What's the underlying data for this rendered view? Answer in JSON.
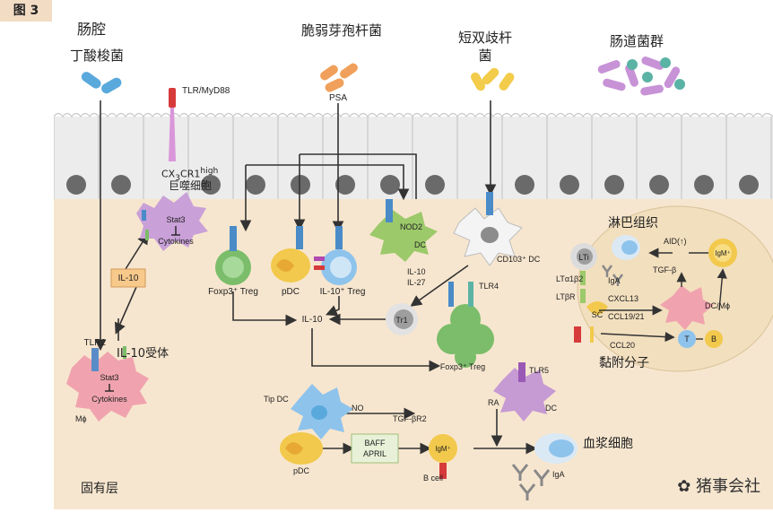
{
  "figure_tag": "图 3",
  "regions": {
    "lumen": "肠腔",
    "lamina_propria": "固有层"
  },
  "microbes": {
    "butyrate_bacteria": "丁酸梭菌",
    "b_fragilis": "脆弱芽孢杆菌",
    "sfb": "短双歧杆菌",
    "microbiota": "肠道菌群"
  },
  "cells": {
    "macrophage_top": "CX3CR1high\n巨噬细胞",
    "stat3_top": "Stat3",
    "cytokines_top": "Cytokines",
    "foxp3_treg_1": "Foxp3⁺ Treg",
    "pdc_1": "pDC",
    "il10_treg": "IL-10⁺ Treg",
    "dc_nod2": "DC",
    "nod2": "NOD2",
    "cd103_dc": "CD103⁺ DC",
    "tr1": "Tr1",
    "foxp3_treg_2": "Foxp3⁺ Treg",
    "tlr4": "TLR4",
    "tlr2": "TLR2",
    "stat3_bottom": "Stat3",
    "cytokines_bottom": "Cytokines",
    "m_phi": "Mϕ",
    "tip_dc": "Tip DC",
    "pdc_2": "pDC",
    "b_cell": "B cell",
    "igm": "IgM⁺",
    "tlr5": "TLR5",
    "dc_tlr5": "DC",
    "plasma_cell": "血浆细胞",
    "iga": "IgA"
  },
  "molecules": {
    "tlr_myd88": "TLR/MyD88",
    "psa": "PSA",
    "il10_box_1": "IL-10",
    "il10_box_2": "IL-10",
    "il10_receptor": "IL-10受体",
    "il10_il27": "IL-10\nIL-27",
    "no": "NO",
    "tgf_br2": "TGF-βR2",
    "baff_april": "BAFF\nAPRIL",
    "ra": "RA"
  },
  "lymphoid": {
    "title": "淋巴组织",
    "lti": "LTi",
    "iga": "IgA",
    "lta1b2": "LTα1β2",
    "ltbr": "LTβR",
    "sc": "SC",
    "cxcl13": "CXCL13",
    "ccl1921": "CCL19/21",
    "ccl20": "CCL20",
    "tgfb": "TGF-β",
    "aid": "AID(↑)",
    "igm": "IgM⁺",
    "dc_mphi": "DC/Mϕ",
    "t": "T",
    "b": "B",
    "adhesion": "黏附分子"
  },
  "watermark": "猪事会社",
  "colors": {
    "lamina": "#f7e6cf",
    "epithelium": "#ececec",
    "nucleus": "#666666",
    "treg_green": "#7bbd6a",
    "pdc_yellow": "#f2c94c",
    "il10_box": "#f7c98b",
    "macrophage_pink": "#e98ba0",
    "dc_purple": "#c69ad3",
    "bacteria_blue": "#5aa9dc",
    "bacteria_orange": "#f0a05a",
    "bacteria_yellow": "#f2cc4a",
    "lymph_tissue": "#f2dfbe"
  }
}
